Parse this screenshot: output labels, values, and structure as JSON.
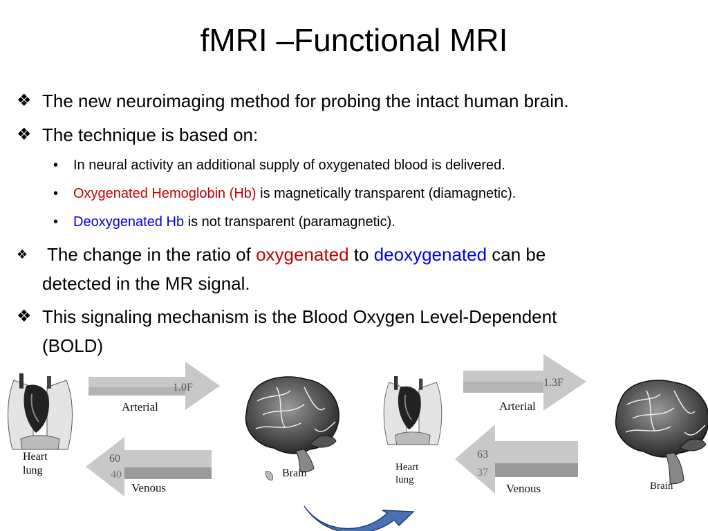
{
  "slide": {
    "title": "fMRI –Functional MRI",
    "bullets": [
      {
        "marker": "❖",
        "text": "The new neuroimaging method for probing the intact human brain."
      },
      {
        "marker": "❖",
        "text": "The technique is based on:"
      }
    ],
    "sub_bullets": [
      {
        "marker": "•",
        "text": "In neural activity an additional supply of oxygenated blood is delivered."
      },
      {
        "marker": "•",
        "highlight": "Oxygenated Hemoglobin (Hb)",
        "rest": " is magnetically transparent (diamagnetic).",
        "highlight_color": "#c00000"
      },
      {
        "marker": "•",
        "highlight": "Deoxygenated Hb",
        "rest": " is not transparent (paramagnetic).",
        "highlight_color": "#0000e0"
      }
    ],
    "ratio_bullet": {
      "marker": "❖",
      "before": "The change in the ratio of ",
      "oxy": "oxygenated",
      "middle": " to ",
      "deoxy": "deoxygenated",
      "after_line1": " can be",
      "line2": "detected in the MR signal."
    },
    "bold_bullet": {
      "marker": "❖",
      "line1": "This signaling mechanism is the Blood Oxygen Level-Dependent",
      "line2": "(BOLD)"
    }
  },
  "figure": {
    "left": {
      "heart_label_1": "Heart",
      "heart_label_2": "lung",
      "arterial_value": "1.0F",
      "arterial_label": "Arterial",
      "venous_value_1": "60",
      "venous_value_2": "40",
      "venous_label": "Venous",
      "brain_label": "Brain"
    },
    "right": {
      "heart_label_1": "Heart",
      "heart_label_2": "lung",
      "arterial_value": "1.3F",
      "arterial_label": "Arterial",
      "venous_value_1": "63",
      "venous_value_2": "37",
      "venous_label": "Venous",
      "brain_label": "Brain"
    }
  },
  "colors": {
    "oxygenated": "#c00000",
    "deoxygenated": "#0000e0",
    "arrow_light": "#c8c8c8",
    "arrow_dark": "#9a9a9a",
    "curved_arrow": "#4a72b0"
  }
}
